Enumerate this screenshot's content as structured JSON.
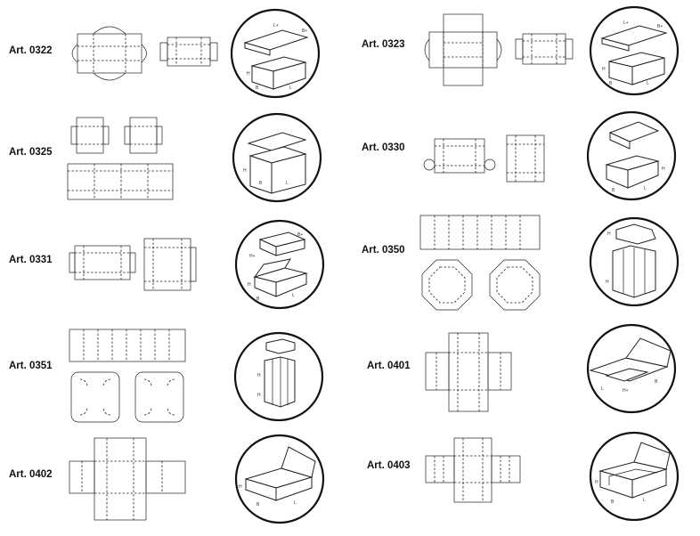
{
  "articles": [
    {
      "label": "Art. 0322",
      "dims": [
        "L+",
        "B+",
        "H",
        "B",
        "L"
      ]
    },
    {
      "label": "Art. 0323",
      "dims": [
        "L+",
        "B+",
        "H",
        "B",
        "L"
      ]
    },
    {
      "label": "Art. 0325",
      "dims": [
        "H",
        "B",
        "L"
      ]
    },
    {
      "label": "Art. 0330",
      "dims": [
        "H",
        "B",
        "L"
      ]
    },
    {
      "label": "Art. 0331",
      "dims": [
        "B+",
        "H+",
        "H",
        "B",
        "L"
      ]
    },
    {
      "label": "Art. 0350",
      "dims": [
        "H",
        "H"
      ]
    },
    {
      "label": "Art. 0351",
      "dims": [
        "H",
        "H"
      ]
    },
    {
      "label": "Art. 0401",
      "dims": [
        "L",
        "B",
        "H+"
      ]
    },
    {
      "label": "Art. 0402",
      "dims": [
        "H",
        "B",
        "L"
      ]
    },
    {
      "label": "Art. 0403",
      "dims": [
        "H",
        "B",
        "L"
      ]
    }
  ]
}
